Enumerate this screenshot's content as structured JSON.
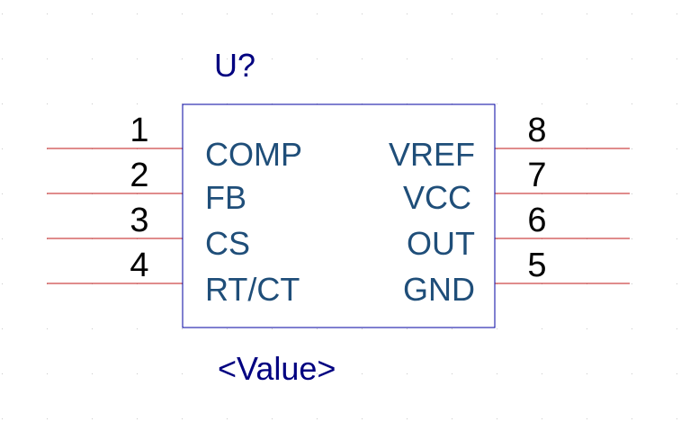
{
  "component": {
    "designator": "U?",
    "value": "<Value>",
    "left_pins": [
      {
        "number": "1",
        "name": "COMP"
      },
      {
        "number": "2",
        "name": "FB"
      },
      {
        "number": "3",
        "name": "CS"
      },
      {
        "number": "4",
        "name": "RT/CT"
      }
    ],
    "right_pins": [
      {
        "number": "8",
        "name": "VREF"
      },
      {
        "number": "7",
        "name": "VCC"
      },
      {
        "number": "6",
        "name": "OUT"
      },
      {
        "number": "5",
        "name": "GND"
      }
    ]
  },
  "colors": {
    "background": "#ffffff",
    "grid_dot": "#c8c8c8",
    "body_outline": "#0000a0",
    "pin_line": "#c01818",
    "pin_name": "#1f4e79",
    "pin_number": "#000000",
    "designator": "#000080"
  }
}
